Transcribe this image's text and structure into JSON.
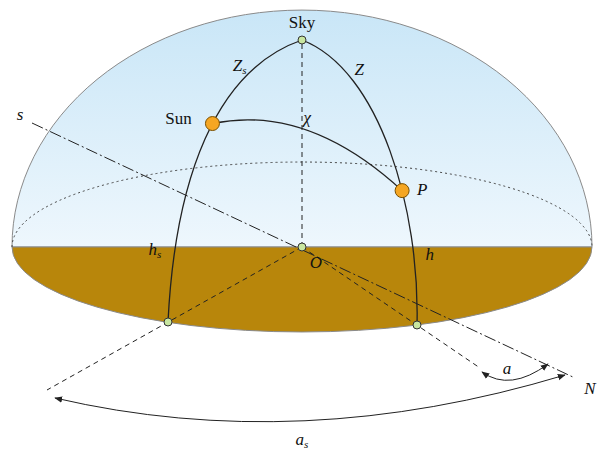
{
  "diagram": {
    "labels": [
      "Sky",
      "Zs",
      "Sun",
      "χ",
      "Z",
      "P",
      "hs",
      "O",
      "h",
      "s",
      "N",
      "a",
      "as"
    ]
  }
}
